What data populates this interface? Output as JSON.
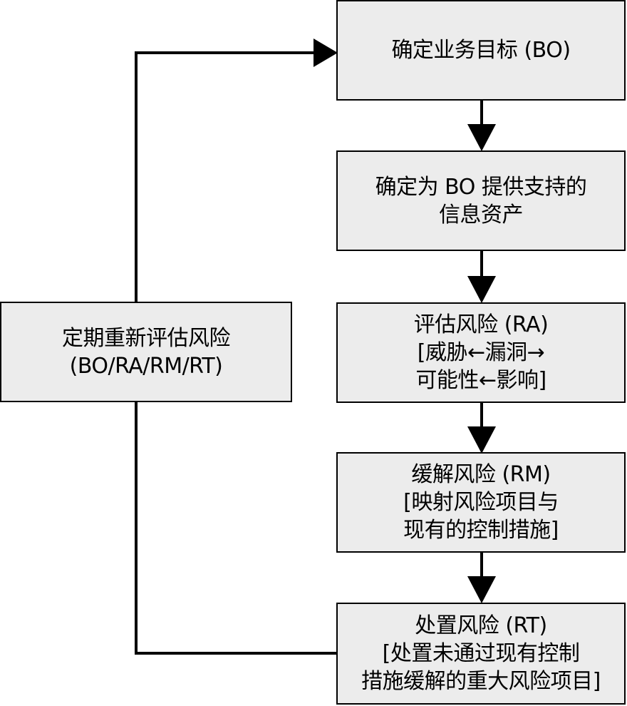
{
  "diagram": {
    "nodes": {
      "define_bo": {
        "lines": [
          "确定业务目标 (BO)"
        ]
      },
      "identify_assets": {
        "lines": [
          "确定为 BO 提供支持的",
          "信息资产"
        ]
      },
      "assess_risk": {
        "lines": [
          "评估风险 (RA)",
          "[威胁←漏洞→",
          "可能性←影响]"
        ]
      },
      "mitigate_risk": {
        "lines": [
          "缓解风险 (RM)",
          "[映射风险项目与",
          "现有的控制措施]"
        ]
      },
      "treat_risk": {
        "lines": [
          "处置风险 (RT)",
          "[处置未通过现有控制",
          "措施缓解的重大风险项目]"
        ]
      },
      "reassess": {
        "lines": [
          "定期重新评估风险",
          "(BO/RA/RM/RT)"
        ]
      }
    },
    "edges": [
      {
        "from": "define_bo",
        "to": "identify_assets"
      },
      {
        "from": "identify_assets",
        "to": "assess_risk"
      },
      {
        "from": "assess_risk",
        "to": "mitigate_risk"
      },
      {
        "from": "mitigate_risk",
        "to": "treat_risk"
      },
      {
        "from": "treat_risk",
        "to": "reassess"
      },
      {
        "from": "reassess",
        "to": "define_bo"
      }
    ],
    "colors": {
      "box_fill": "#ececec",
      "stroke": "#000000"
    }
  }
}
